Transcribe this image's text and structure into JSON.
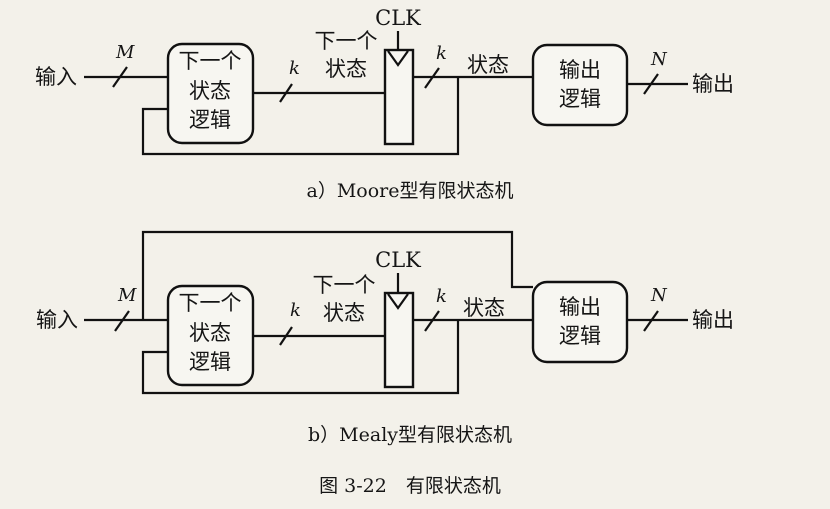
{
  "figure": {
    "caption": "图 3-22　有限状态机"
  },
  "moore": {
    "caption": "a）Moore型有限状态机",
    "input_label": "输入",
    "input_width": "M",
    "next_state_logic": [
      "下一个",
      "状态",
      "逻辑"
    ],
    "next_state_label": [
      "下一个",
      "状态"
    ],
    "bus_width_k1": "k",
    "clock_label": "CLK",
    "bus_width_k2": "k",
    "state_label": "状态",
    "output_logic": [
      "输出",
      "逻辑"
    ],
    "output_width": "N",
    "output_label": "输出"
  },
  "mealy": {
    "caption": "b）Mealy型有限状态机",
    "input_label": "输入",
    "input_width": "M",
    "next_state_logic": [
      "下一个",
      "状态",
      "逻辑"
    ],
    "next_state_label": [
      "下一个",
      "状态"
    ],
    "bus_width_k1": "k",
    "clock_label": "CLK",
    "bus_width_k2": "k",
    "state_label": "状态",
    "output_logic": [
      "输出",
      "逻辑"
    ],
    "output_width": "N",
    "output_label": "输出"
  }
}
